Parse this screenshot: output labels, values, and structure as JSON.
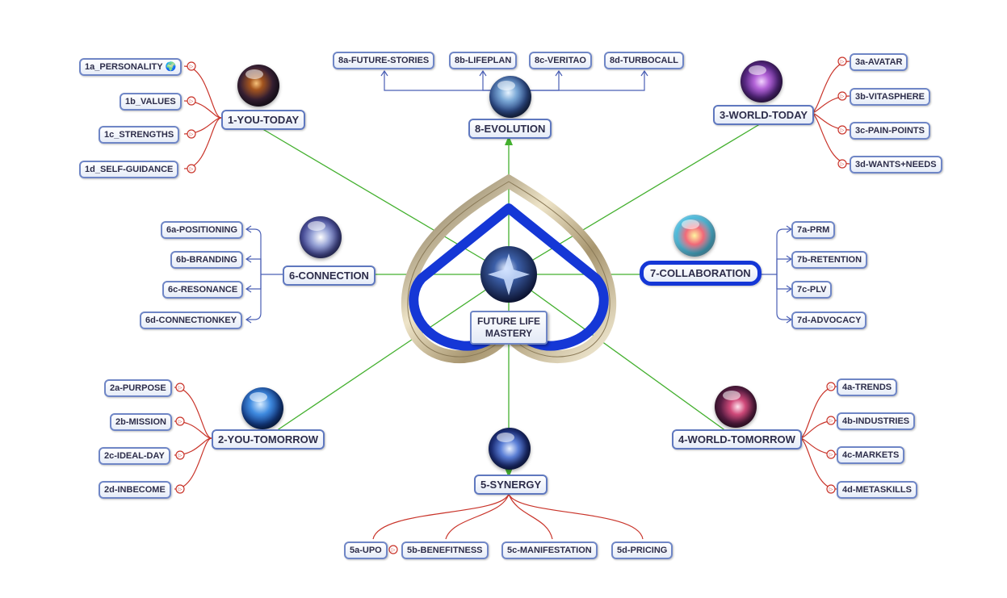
{
  "center": {
    "line1": "FUTURE LIFE",
    "line2": "MASTERY"
  },
  "colors": {
    "green_link": "#44b02f",
    "red_link": "#c9342a",
    "blue_link": "#4a5fb5",
    "selection": "#1537d6",
    "node_border": "#6f86c6"
  },
  "icons": {
    "task_marker": "red-circle-marker-icon",
    "globe": "globe-icon"
  },
  "branches": {
    "b1": {
      "label": "1-YOU-TODAY",
      "orb_icon": "orb-you-today-icon",
      "children": [
        "1a_PERSONALITY",
        "1b_VALUES",
        "1c_STRENGTHS",
        "1d_SELF-GUIDANCE"
      ]
    },
    "b2": {
      "label": "2-YOU-TOMORROW",
      "orb_icon": "orb-you-tomorrow-icon",
      "children": [
        "2a-PURPOSE",
        "2b-MISSION",
        "2c-IDEAL-DAY",
        "2d-INBECOME"
      ]
    },
    "b3": {
      "label": "3-WORLD-TODAY",
      "orb_icon": "orb-world-today-icon",
      "children": [
        "3a-AVATAR",
        "3b-VITASPHERE",
        "3c-PAIN-POINTS",
        "3d-WANTS+NEEDS"
      ]
    },
    "b4": {
      "label": "4-WORLD-TOMORROW",
      "orb_icon": "orb-world-tomorrow-icon",
      "children": [
        "4a-TRENDS",
        "4b-INDUSTRIES",
        "4c-MARKETS",
        "4d-METASKILLS"
      ]
    },
    "b5": {
      "label": "5-SYNERGY",
      "orb_icon": "orb-synergy-icon",
      "children": [
        "5a-UPO",
        "5b-BENEFITNESS",
        "5c-MANIFESTATION",
        "5d-PRICING"
      ]
    },
    "b6": {
      "label": "6-CONNECTION",
      "orb_icon": "orb-connection-icon",
      "children": [
        "6a-POSITIONING",
        "6b-BRANDING",
        "6c-RESONANCE",
        "6d-CONNECTIONKEY"
      ]
    },
    "b7": {
      "label": "7-COLLABORATION",
      "orb_icon": "orb-collaboration-icon",
      "selected": true,
      "children": [
        "7a-PRM",
        "7b-RETENTION",
        "7c-PLV",
        "7d-ADVOCACY"
      ]
    },
    "b8": {
      "label": "8-EVOLUTION",
      "orb_icon": "orb-evolution-icon",
      "children": [
        "8a-FUTURE-STORIES",
        "8b-LIFEPLAN",
        "8c-VERITAO",
        "8d-TURBOCALL"
      ]
    }
  }
}
